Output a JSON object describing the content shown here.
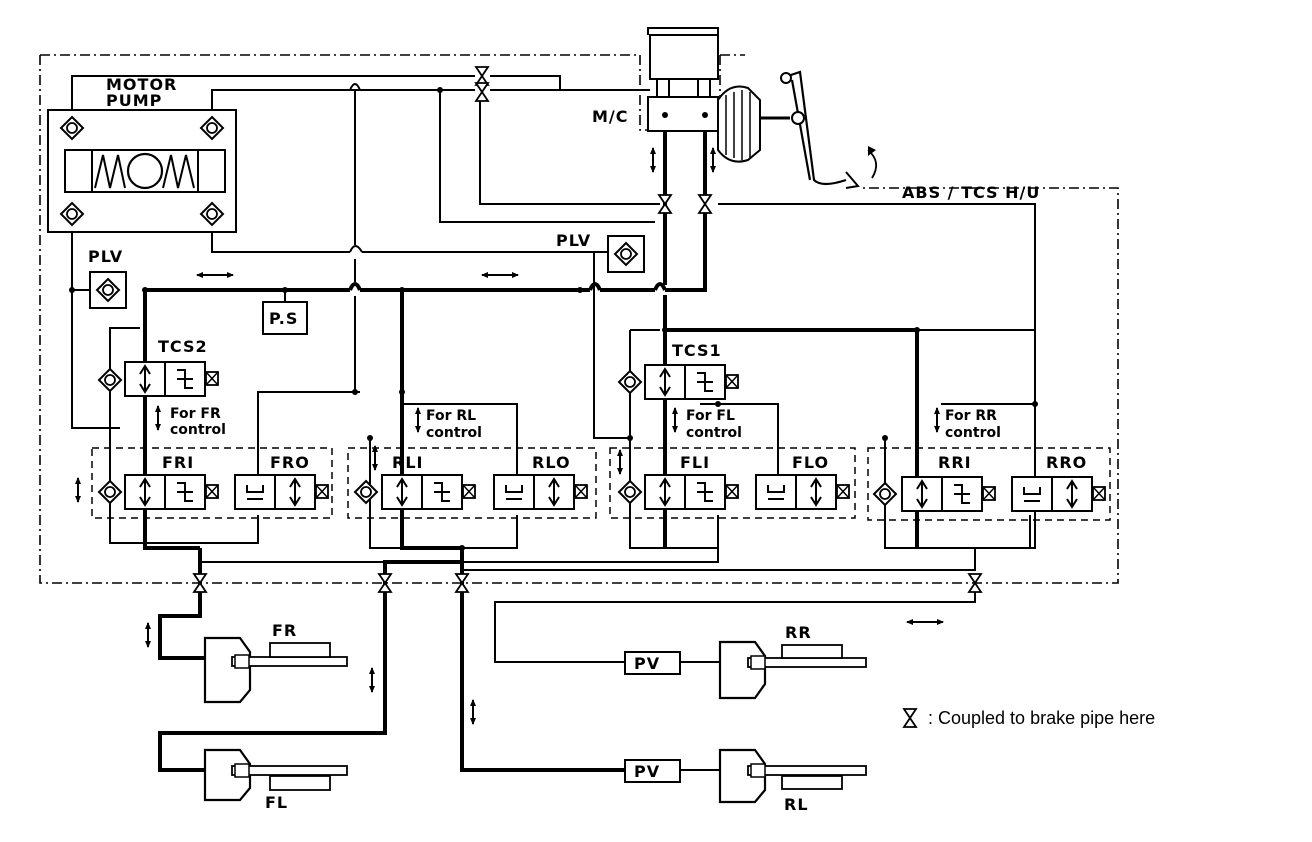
{
  "labels": {
    "motor_pump_line1": "MOTOR",
    "motor_pump_line2": "PUMP",
    "master_cylinder": "M/C",
    "hydraulic_unit": "ABS / TCS   H/U",
    "plv_left": "PLV",
    "plv_right": "PLV",
    "pressure_switch": "P.S",
    "tcs2": "TCS2",
    "tcs1": "TCS1",
    "for_fr": "For FR",
    "for_rl": "For RL",
    "for_fl": "For FL",
    "for_rr": "For RR",
    "control": "control",
    "fr_in": "FRI",
    "fr_out": "FRO",
    "rl_in": "RLI",
    "rl_out": "RLO",
    "fl_in": "FLI",
    "fl_out": "FLO",
    "rr_in": "RRI",
    "rr_out": "RRO",
    "wheel_fr": "FR",
    "wheel_fl": "FL",
    "wheel_rr": "RR",
    "wheel_rl": "RL",
    "pv_rr": "PV",
    "pv_rl": "PV"
  },
  "legend": {
    "text": ": Coupled to brake pipe here"
  }
}
